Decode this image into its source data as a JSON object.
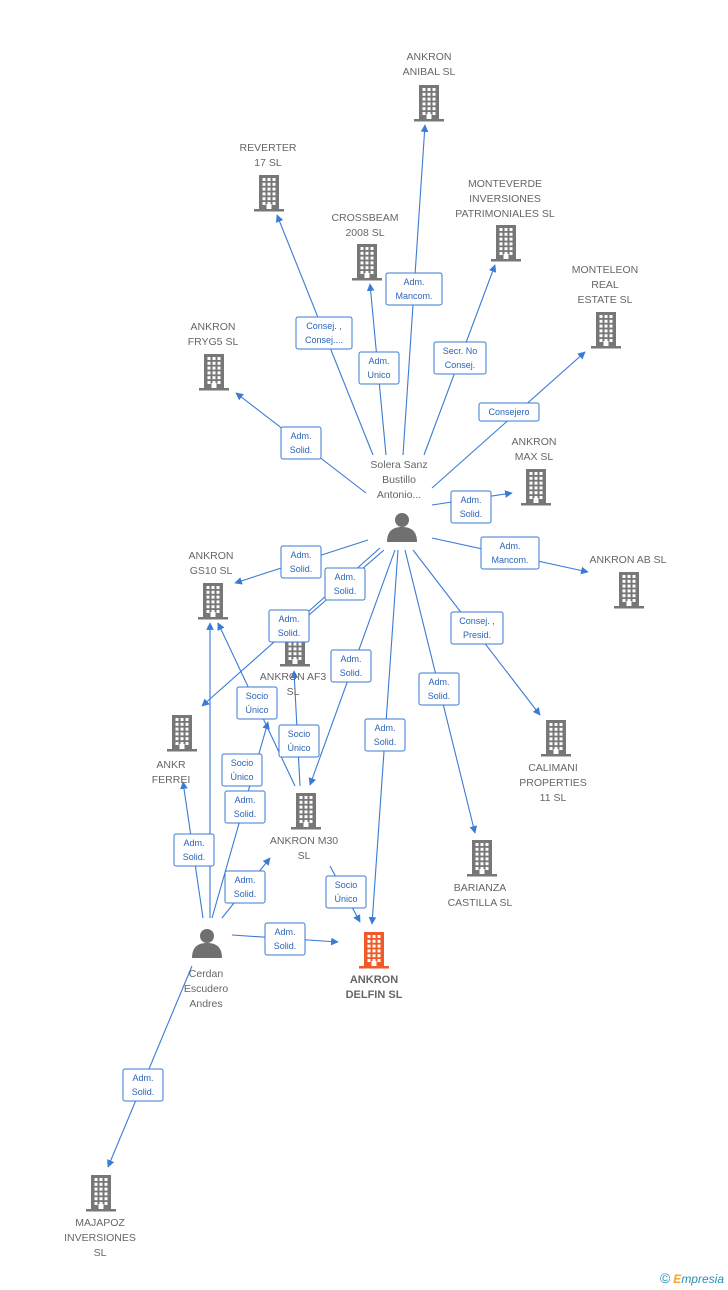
{
  "colors": {
    "company": "#777777",
    "highlight": "#f05a28",
    "person": "#707070",
    "edge": "#3a7bd5",
    "edge_text": "#2a64b8"
  },
  "nodes": [
    {
      "id": "anibal",
      "kind": "company",
      "lines": [
        "ANKRON",
        "ANIBAL  SL"
      ]
    },
    {
      "id": "reverter",
      "kind": "company",
      "lines": [
        "REVERTER",
        "17 SL"
      ]
    },
    {
      "id": "monteverde",
      "kind": "company",
      "lines": [
        "MONTEVERDE",
        "INVERSIONES",
        "PATRIMONIALES SL"
      ]
    },
    {
      "id": "crossbeam",
      "kind": "company",
      "lines": [
        "CROSSBEAM",
        "2008  SL"
      ]
    },
    {
      "id": "monteleon",
      "kind": "company",
      "lines": [
        "MONTELEON",
        "REAL",
        "ESTATE SL"
      ]
    },
    {
      "id": "fryg5",
      "kind": "company",
      "lines": [
        "ANKRON",
        "FRYG5  SL"
      ]
    },
    {
      "id": "max",
      "kind": "company",
      "lines": [
        "ANKRON",
        "MAX  SL"
      ]
    },
    {
      "id": "solera",
      "kind": "person",
      "lines": [
        "Solera Sanz",
        "Bustillo",
        "Antonio..."
      ]
    },
    {
      "id": "gs10",
      "kind": "company",
      "lines": [
        "ANKRON",
        "GS10  SL"
      ]
    },
    {
      "id": "ab",
      "kind": "company",
      "lines": [
        "ANKRON AB  SL"
      ]
    },
    {
      "id": "af3",
      "kind": "company",
      "lines": [
        "ANKRON AF3",
        "SL"
      ]
    },
    {
      "id": "calimani",
      "kind": "company",
      "lines": [
        "CALIMANI",
        "PROPERTIES",
        "11  SL"
      ]
    },
    {
      "id": "ferrer",
      "kind": "company",
      "lines": [
        "ANKR",
        "FERREI"
      ]
    },
    {
      "id": "m30",
      "kind": "company",
      "lines": [
        "ANKRON M30",
        "SL"
      ]
    },
    {
      "id": "barianza",
      "kind": "company",
      "lines": [
        "BARIANZA",
        "CASTILLA  SL"
      ]
    },
    {
      "id": "cerdan",
      "kind": "person",
      "lines": [
        "Cerdan",
        "Escudero",
        "Andres"
      ]
    },
    {
      "id": "delfin",
      "kind": "highlight",
      "lines": [
        "ANKRON",
        "DELFIN  SL"
      ]
    },
    {
      "id": "majapoz",
      "kind": "company",
      "lines": [
        "MAJAPOZ",
        "INVERSIONES",
        "SL"
      ]
    }
  ],
  "edges": [
    {
      "from": "solera",
      "to": "anibal",
      "label": [
        "Adm.",
        "Mancom."
      ]
    },
    {
      "from": "solera",
      "to": "reverter",
      "label": [
        "Consej. ,",
        "Consej...."
      ]
    },
    {
      "from": "solera",
      "to": "crossbeam",
      "label": [
        "Adm.",
        "Unico"
      ]
    },
    {
      "from": "solera",
      "to": "monteverde",
      "label": [
        "Secr.  No",
        "Consej."
      ]
    },
    {
      "from": "solera",
      "to": "monteleon",
      "label": [
        "Consejero"
      ]
    },
    {
      "from": "solera",
      "to": "fryg5",
      "label": [
        "Adm.",
        "Solid."
      ]
    },
    {
      "from": "solera",
      "to": "max",
      "label": [
        "Adm.",
        "Solid."
      ]
    },
    {
      "from": "solera",
      "to": "ab",
      "label": [
        "Adm.",
        "Mancom."
      ]
    },
    {
      "from": "solera",
      "to": "gs10",
      "label": [
        "Adm.",
        "Solid."
      ]
    },
    {
      "from": "solera",
      "to": "ferrer",
      "label": [
        "Adm.",
        "Solid."
      ]
    },
    {
      "from": "solera",
      "to": "af3",
      "label": [
        "Adm.",
        "Solid."
      ]
    },
    {
      "from": "solera",
      "to": "m30",
      "label": [
        "Adm.",
        "Solid."
      ]
    },
    {
      "from": "solera",
      "to": "delfin",
      "label": [
        "Adm.",
        "Solid."
      ]
    },
    {
      "from": "solera",
      "to": "barianza",
      "label": [
        "Adm.",
        "Solid."
      ]
    },
    {
      "from": "solera",
      "to": "calimani",
      "label": [
        "Consej. ,",
        "Presid."
      ]
    },
    {
      "from": "m30",
      "to": "gs10",
      "label": [
        "Socio",
        "Único"
      ]
    },
    {
      "from": "m30",
      "to": "af3",
      "label": [
        "Socio",
        "Único"
      ]
    },
    {
      "from": "m30",
      "to": "delfin",
      "label": [
        "Socio",
        "Único"
      ]
    },
    {
      "from": "cerdan",
      "to": "gs10",
      "label": [
        "Socio",
        "Único"
      ]
    },
    {
      "from": "cerdan",
      "to": "ferrer",
      "label": [
        "Adm.",
        "Solid."
      ]
    },
    {
      "from": "cerdan",
      "to": "af3",
      "label": [
        "Adm.",
        "Solid."
      ]
    },
    {
      "from": "cerdan",
      "to": "m30",
      "label": [
        "Adm.",
        "Solid."
      ]
    },
    {
      "from": "cerdan",
      "to": "delfin",
      "label": [
        "Adm.",
        "Solid."
      ]
    },
    {
      "from": "cerdan",
      "to": "majapoz",
      "label": [
        "Adm.",
        "Solid."
      ]
    }
  ],
  "watermark": {
    "symbol": "©",
    "brand_initial": "E",
    "brand_rest": "mpresia"
  }
}
